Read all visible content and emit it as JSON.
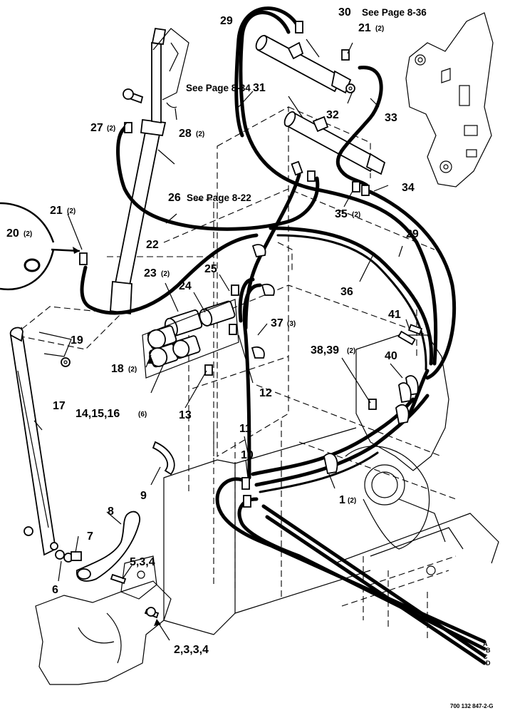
{
  "callouts": {
    "c29a": {
      "num": "29",
      "qty": ""
    },
    "c30": {
      "num": "30",
      "qty": ""
    },
    "c21a": {
      "num": "21",
      "qty": "(2)"
    },
    "c31": {
      "num": "31",
      "qty": ""
    },
    "c32": {
      "num": "32",
      "qty": ""
    },
    "c33": {
      "num": "33",
      "qty": ""
    },
    "c27": {
      "num": "27",
      "qty": "(2)"
    },
    "c28": {
      "num": "28",
      "qty": "(2)"
    },
    "c26": {
      "num": "26",
      "qty": ""
    },
    "c34": {
      "num": "34",
      "qty": ""
    },
    "c35": {
      "num": "35",
      "qty": "(2)"
    },
    "c21b": {
      "num": "21",
      "qty": "(2)"
    },
    "c20": {
      "num": "20",
      "qty": "(2)"
    },
    "c22": {
      "num": "22",
      "qty": ""
    },
    "c29b": {
      "num": "29",
      "qty": ""
    },
    "c23": {
      "num": "23",
      "qty": "(2)"
    },
    "c25": {
      "num": "25",
      "qty": ""
    },
    "c24": {
      "num": "24",
      "qty": ""
    },
    "c36": {
      "num": "36",
      "qty": ""
    },
    "c37": {
      "num": "37",
      "qty": "(3)"
    },
    "c41": {
      "num": "41",
      "qty": ""
    },
    "c19": {
      "num": "19",
      "qty": ""
    },
    "c18": {
      "num": "18",
      "qty": "(2)"
    },
    "c3839": {
      "num": "38,39",
      "qty": "(2)"
    },
    "c40": {
      "num": "40",
      "qty": ""
    },
    "c12": {
      "num": "12",
      "qty": ""
    },
    "c141516": {
      "num": "14,15,16",
      "qty": "(6)"
    },
    "c13": {
      "num": "13",
      "qty": ""
    },
    "c17": {
      "num": "17",
      "qty": ""
    },
    "c11": {
      "num": "11",
      "qty": ""
    },
    "c10": {
      "num": "10",
      "qty": ""
    },
    "c1": {
      "num": "1",
      "qty": "(2)"
    },
    "c9": {
      "num": "9",
      "qty": ""
    },
    "c8": {
      "num": "8",
      "qty": ""
    },
    "c7": {
      "num": "7",
      "qty": ""
    },
    "c534": {
      "num": "5,3,4",
      "qty": ""
    },
    "c6": {
      "num": "6",
      "qty": ""
    },
    "c2334": {
      "num": "2,3,3,4",
      "qty": ""
    }
  },
  "page_refs": {
    "p836": "See Page 8-36",
    "p834": "See Page 8-34",
    "p822": "See Page 8-22"
  },
  "hose_ends": [
    "A",
    "B",
    "C",
    "D"
  ],
  "figure_code": "700 132 847-2-G"
}
